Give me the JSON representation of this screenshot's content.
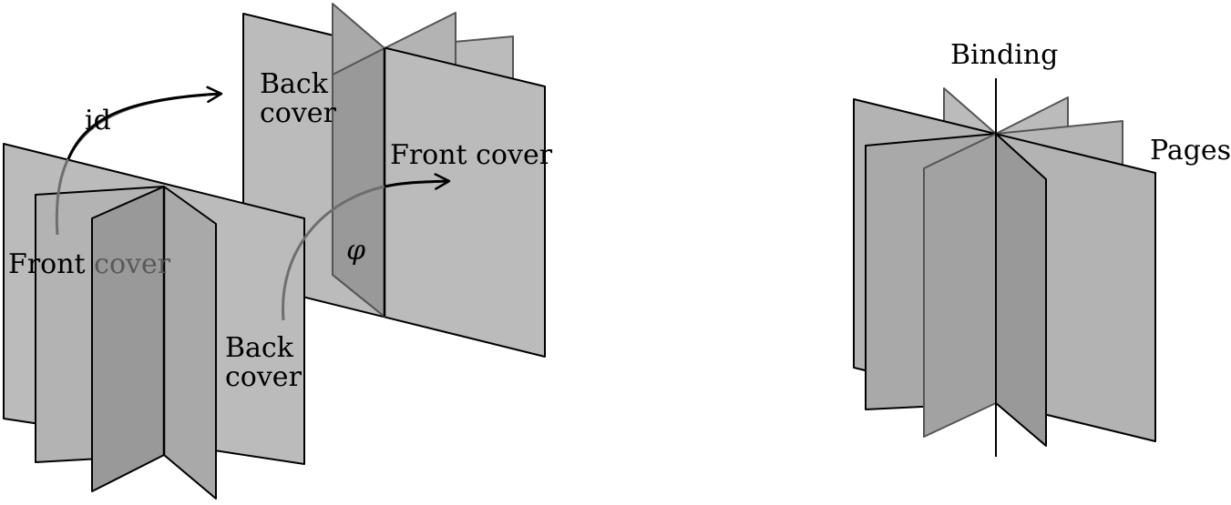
{
  "colors": {
    "background": "#ffffff",
    "page_fill": "#bbbbbb",
    "page_fill_mid": "#a9a9a9",
    "page_fill_dark": "#999999",
    "outline_dark": "#000000",
    "outline_faded": "#555555",
    "arrow_faded": "#6e6e6e"
  },
  "labels": {
    "id": "id",
    "back_cover_top_line1": "Back",
    "back_cover_top_line2": "cover",
    "front_cover_top": "Front cover",
    "front_cover_left_part1": "Front",
    "front_cover_left_part2": " cover",
    "phi": "φ",
    "back_cover_bottom_line1": "Back",
    "back_cover_bottom_line2": "cover",
    "binding": "Binding",
    "pages": "Pages"
  },
  "arrows": {
    "identity": "id",
    "rotation": "φ"
  }
}
